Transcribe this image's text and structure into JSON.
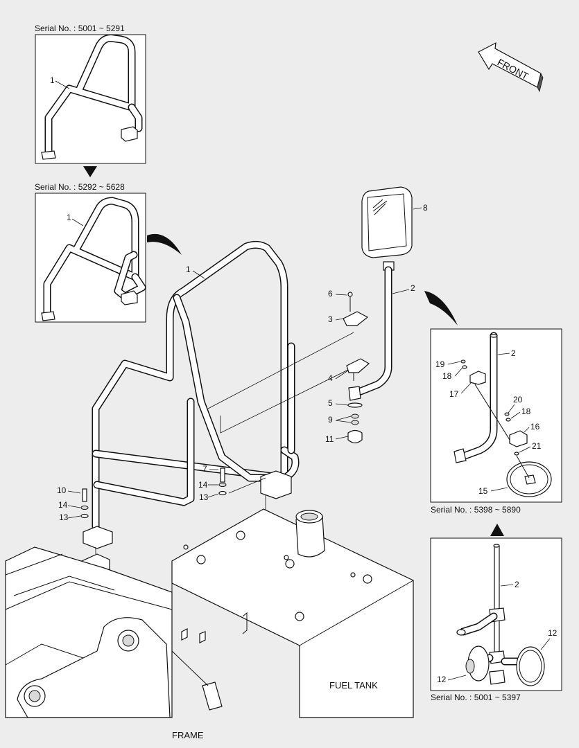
{
  "insets": {
    "handrail_early": {
      "serial": "Serial No. : 5001 ~ 5291",
      "label": "1"
    },
    "handrail_late": {
      "serial": "Serial No. : 5292 ~ 5628",
      "label": "1"
    },
    "mirror_new": {
      "serial": "Serial No. : 5398 ~ 5890",
      "labels": [
        "2",
        "19",
        "18",
        "17",
        "20",
        "18",
        "16",
        "21",
        "15"
      ]
    },
    "mirror_old": {
      "serial": "Serial No. : 5001 ~ 5397",
      "labels": [
        "2",
        "12",
        "12"
      ]
    }
  },
  "main": {
    "labels": [
      "1",
      "8",
      "2",
      "6",
      "3",
      "4",
      "5",
      "9",
      "11",
      "7",
      "14",
      "13",
      "10",
      "14",
      "13"
    ],
    "fuel_tank": "FUEL TANK",
    "frame": "FRAME"
  },
  "front_arrow": "FRONT",
  "colors": {
    "background": "#ededed",
    "line": "#111111",
    "fill": "#ffffff",
    "shade": "#d9d9d9"
  }
}
